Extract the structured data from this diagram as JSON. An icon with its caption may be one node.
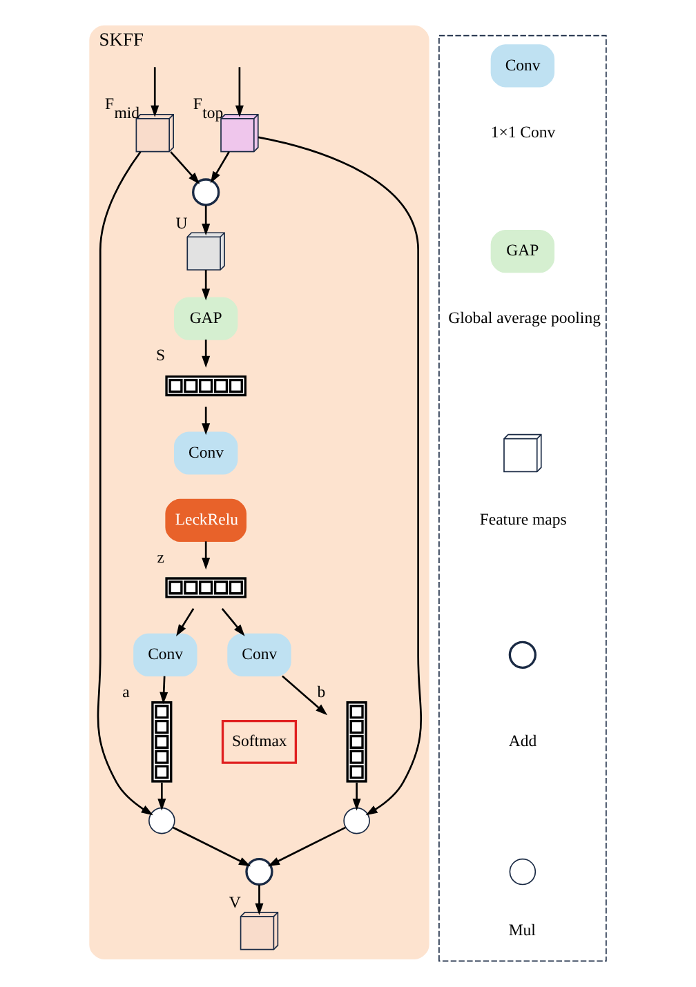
{
  "diagram": {
    "nodes": [
      {
        "text": [
          "SKFF"
        ]
      },
      {
        "text": [],
        "shape": "box",
        "beside": [
          "F$_{top}$"
        ],
        "in": 0
      },
      {
        "text": [],
        "shape": "box",
        "beside": [
          "F$_{mid}$"
        ],
        "in": 0
      },
      {
        "text": [],
        "shape": "circle",
        "in": 0
      },
      {
        "text": [],
        "shape": "box",
        "beside": [
          "U"
        ],
        "in": 0
      },
      {
        "text": [
          "GAP"
        ],
        "in": 0
      },
      {
        "text": [],
        "shape": "bar",
        "beside": [
          "S"
        ],
        "in": 0
      },
      {
        "text": [
          "Conv"
        ],
        "in": 0
      },
      {
        "text": [
          "LeckRelu"
        ],
        "in": 0
      },
      {
        "text": [],
        "shape": "bar",
        "beside": [
          "z"
        ],
        "in": 0
      },
      {
        "text": [
          "Conv"
        ],
        "in": 0
      },
      {
        "text": [
          "Conv"
        ],
        "in": 0
      },
      {
        "text": [
          "Softmax"
        ],
        "in": 0
      },
      {
        "text": [],
        "shape": "bar",
        "beside": [
          "b"
        ],
        "in": 0
      },
      {
        "text": [],
        "shape": "bar",
        "beside": [
          "a"
        ],
        "in": 0
      },
      {
        "text": [],
        "shape": "circle",
        "in": 0
      },
      {
        "text": [],
        "shape": "circle",
        "in": 0
      },
      {
        "text": [],
        "shape": "circle",
        "in": 0
      },
      {
        "text": [],
        "shape": "box",
        "beside": [
          "V"
        ],
        "in": 0
      },
      {
        "text": [],
        "shape": "box"
      },
      {
        "text": [
          "Conv"
        ],
        "beside": [
          "1×1 Conv"
        ],
        "in": 19
      },
      {
        "text": [
          "GAP"
        ],
        "beside": [
          "Global average pooling"
        ],
        "in": 19
      },
      {
        "text": [],
        "shape": "box",
        "beside": [
          "Feature maps"
        ],
        "in": 19
      },
      {
        "text": [],
        "shape": "circle",
        "beside": [
          "Add"
        ],
        "in": 19
      },
      {
        "text": [],
        "shape": "circle",
        "beside": [
          "Mul"
        ],
        "in": 19
      }
    ],
    "edges": [
      {
        "from": null,
        "to": 1,
        "arrow": "to"
      },
      {
        "from": null,
        "to": 2,
        "arrow": "to"
      },
      {
        "from": 1,
        "to": 3,
        "arrow": "to"
      },
      {
        "from": 2,
        "to": 3,
        "arrow": "to"
      },
      {
        "from": 3,
        "to": 4,
        "arrow": "to"
      },
      {
        "from": 4,
        "to": 5,
        "arrow": "to"
      },
      {
        "from": 5,
        "to": 6,
        "arrow": "to"
      },
      {
        "from": 6,
        "to": 7,
        "arrow": "to"
      },
      {
        "from": 8,
        "to": 9,
        "arrow": "to"
      },
      {
        "from": 9,
        "to": 10,
        "arrow": "to"
      },
      {
        "from": 9,
        "to": 11,
        "arrow": "to"
      },
      {
        "from": 10,
        "to": 13,
        "arrow": "to"
      },
      {
        "from": 11,
        "to": 14,
        "arrow": "to"
      },
      {
        "from": 1,
        "to": 15,
        "arrow": "to"
      },
      {
        "from": 13,
        "to": 15,
        "arrow": "to"
      },
      {
        "from": 2,
        "to": 17,
        "arrow": "to"
      },
      {
        "from": 14,
        "to": 17,
        "arrow": "to"
      },
      {
        "from": 15,
        "to": 16,
        "arrow": "to"
      },
      {
        "from": 17,
        "to": 16,
        "arrow": "to"
      },
      {
        "from": 16,
        "to": 18,
        "arrow": "to"
      }
    ]
  }
}
